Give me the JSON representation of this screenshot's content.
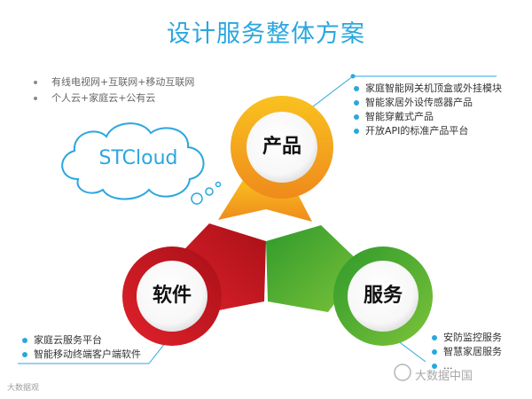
{
  "title": "设计服务整体方案",
  "top_notes": [
    "有线电视网+互联网+移动互联网",
    "个人云+家庭云+公有云"
  ],
  "cloud_label": "STCloud",
  "circles": {
    "product": "产品",
    "software": "软件",
    "service": "服务"
  },
  "product_list": [
    "家庭智能网关机顶盒或外挂模块",
    "智能家居外设传感器产品",
    "智能穿戴式产品",
    "开放API的标准产品平台"
  ],
  "software_list": [
    "家庭云服务平台",
    "智能移动终端客户端软件"
  ],
  "service_list": [
    "安防监控服务",
    "智慧家居服务",
    "..."
  ],
  "watermarks": {
    "left": "大数据观",
    "right": "大数据中国"
  },
  "colors": {
    "title": "#2aa7df",
    "product": "#f4a81d",
    "software": "#c8141d",
    "service": "#4fb233",
    "accent": "#2aa7df"
  }
}
